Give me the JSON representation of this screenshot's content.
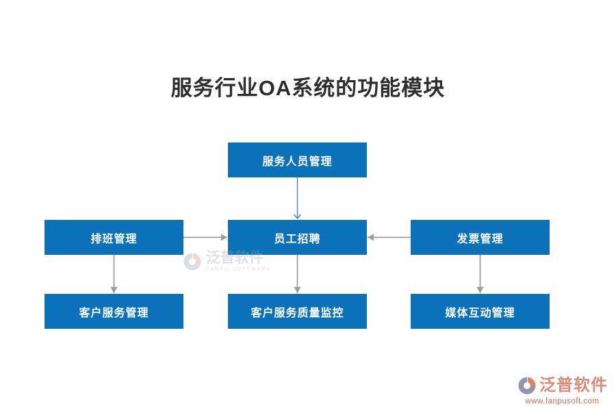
{
  "title": "服务行业OA系统的功能模块",
  "diagram": {
    "nodes": {
      "service_staff": {
        "label": "服务人员管理"
      },
      "scheduling": {
        "label": "排班管理"
      },
      "recruitment": {
        "label": "员工招聘"
      },
      "invoice": {
        "label": "发票管理"
      },
      "customer_service": {
        "label": "客户服务管理"
      },
      "quality_monitor": {
        "label": "客户服务质量监控"
      },
      "media_interaction": {
        "label": "媒体互动管理"
      }
    },
    "edges": [
      {
        "from": "服务人员管理",
        "to": "员工招聘",
        "direction": "down",
        "style": "blue-open-arrow"
      },
      {
        "from": "排班管理",
        "to": "员工招聘",
        "direction": "right",
        "style": "gray-solid-arrow"
      },
      {
        "from": "发票管理",
        "to": "员工招聘",
        "direction": "left",
        "style": "gray-solid-arrow"
      },
      {
        "from": "排班管理",
        "to": "客户服务管理",
        "direction": "down",
        "style": "gray-solid-arrow"
      },
      {
        "from": "员工招聘",
        "to": "客户服务质量监控",
        "direction": "down",
        "style": "gray-solid-arrow"
      },
      {
        "from": "发票管理",
        "to": "媒体互动管理",
        "direction": "down",
        "style": "gray-solid-arrow"
      }
    ]
  },
  "watermark_center": {
    "brand": "泛普软件",
    "subtext": "FANPU SOFTWARE"
  },
  "footer_logo": {
    "brand": "泛普软件",
    "url": "www.fanpusoft.com"
  },
  "colors": {
    "box_fill": "#0b72b9",
    "box_text": "#ffffff",
    "arrow_gray": "#9c9c9c",
    "arrow_blue": "#4a7ccf",
    "title_text": "#2d2d2d",
    "brand_salmon": "#dd8b79",
    "brand_url_red": "#d06b5a",
    "logo_gray": "#9295ac",
    "logo_orange": "#e2825f",
    "wm_text": "#98a0b8"
  }
}
